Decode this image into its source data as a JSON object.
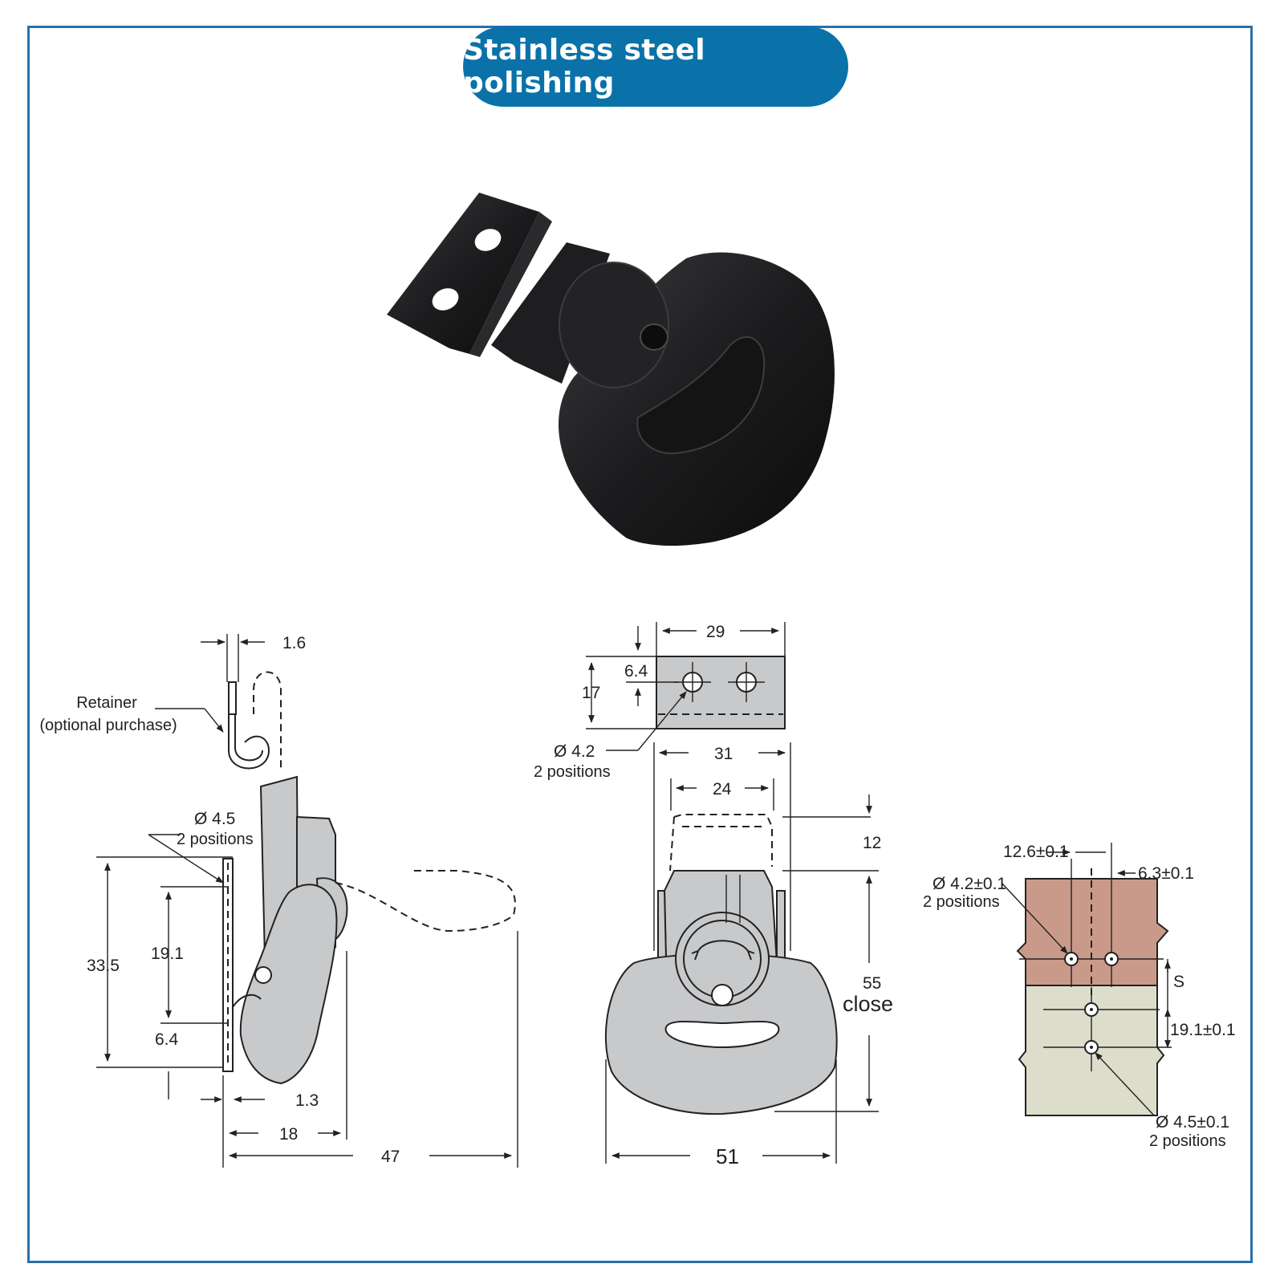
{
  "title": "Stainless steel polishing",
  "side_view": {
    "retainer_label": "Retainer",
    "retainer_note": "(optional purchase)",
    "hole_label": "Ø 4.5",
    "hole_note": "2 positions",
    "dims": {
      "thickness": "1.6",
      "height": "33.5",
      "hole_spacing": "19.1",
      "bottom_offset": "6.4",
      "plate_offset": "1.3",
      "depth": "18",
      "total_depth": "47"
    }
  },
  "front_view": {
    "keeper_width": "29",
    "keeper_height": "17",
    "keeper_hole_offset": "6.4",
    "keeper_hole_label": "Ø 4.2",
    "keeper_hole_note": "2 positions",
    "outer_width": "31",
    "inner_width": "24",
    "gap": "12",
    "closed_height": "55",
    "closed_note": "close",
    "base_width": "51"
  },
  "mounting": {
    "spacing": "12.6±0.1",
    "offset": "6.3±0.1",
    "upper_hole_label": "Ø 4.2±0.1",
    "upper_hole_note": "2 positions",
    "gap_symbol": "S",
    "vertical_spacing": "19.1±0.1",
    "lower_hole_label": "Ø 4.5±0.1",
    "lower_hole_note": "2 positions",
    "upper_color": "#c99a8a",
    "lower_color": "#ddddcc"
  }
}
